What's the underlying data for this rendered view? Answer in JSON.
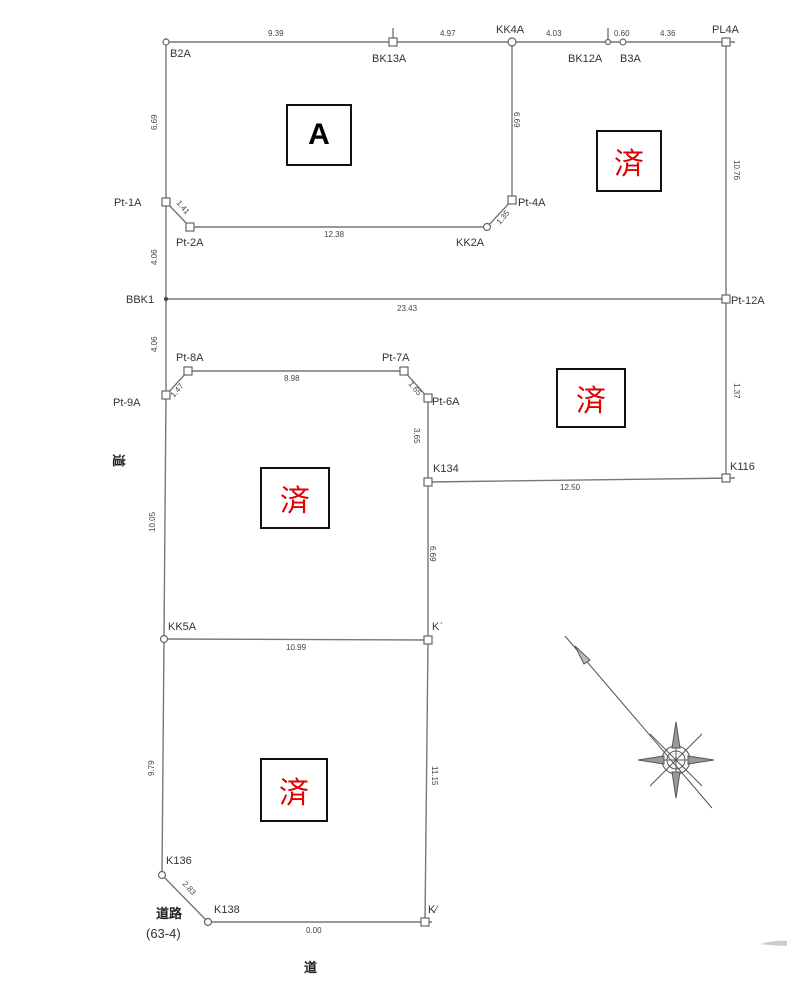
{
  "points": {
    "B2A": "B2A",
    "BK13A": "BK13A",
    "KK4A": "KK4A",
    "BK12A": "BK12A",
    "B3A": "B3A",
    "PL4A": "PL4A",
    "Pt1A": "Pt-1A",
    "Pt2A": "Pt-2A",
    "KK2A": "KK2A",
    "Pt4A": "Pt-4A",
    "BBK1": "BBK1",
    "Pt12A": "Pt-12A",
    "Pt8A": "Pt-8A",
    "Pt7A": "Pt-7A",
    "Pt9A": "Pt-9A",
    "Pt6A": "Pt-6A",
    "K134": "K134",
    "K116": "K116",
    "KK5A": "KK5A",
    "Kmid": "Kʿ",
    "K136": "K136",
    "K138": "K138",
    "Kbot": "K⁄"
  },
  "dimensions": {
    "d1": "9.39",
    "d2": "4.97",
    "d3": "4.03",
    "d4": "0.60",
    "d5": "4.36",
    "d6": "6.69",
    "d7": "6.69",
    "d8": "10.76",
    "d9": "1.41",
    "d10": "12.38",
    "d11": "1.35",
    "d12": "4.06",
    "d13": "23.43",
    "d14": "4.06",
    "d15": "8.98",
    "d16": "1.47",
    "d17": "1.65",
    "d18": "3.65",
    "d19": "1.37",
    "d20": "12.50",
    "d21": "10.05",
    "d22": "6.69",
    "d23": "10.99",
    "d24": "9.79",
    "d25": "11.15",
    "d26": "2.83",
    "d27": "0.00"
  },
  "roads": {
    "left": "道",
    "bottom": "道",
    "corner_name": "道路",
    "corner_number": "(63-4)"
  },
  "lots": [
    {
      "label": "A",
      "status": "available"
    },
    {
      "label": "済",
      "status": "sold"
    },
    {
      "label": "済",
      "status": "sold"
    },
    {
      "label": "済",
      "status": "sold"
    },
    {
      "label": "済",
      "status": "sold"
    }
  ],
  "colors": {
    "sold": "#e00000",
    "lines": "#777777"
  }
}
